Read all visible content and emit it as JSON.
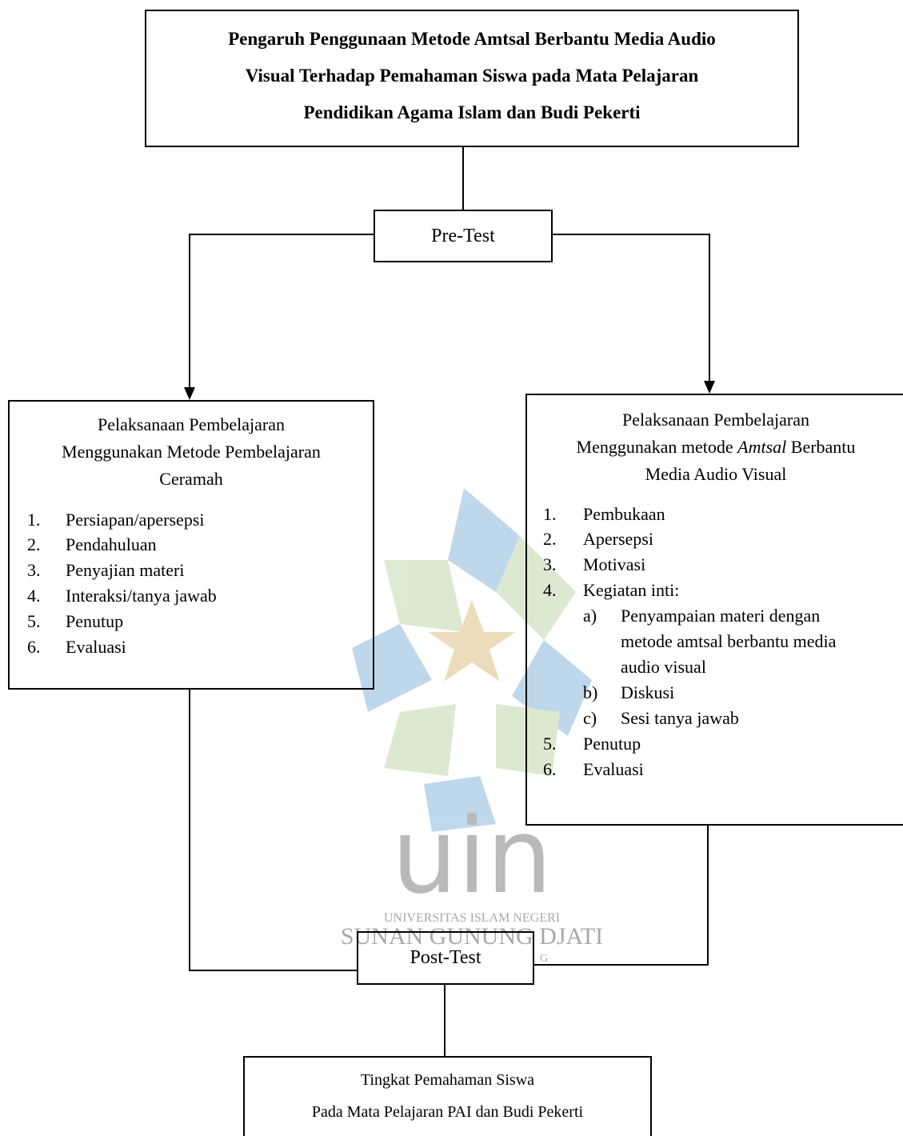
{
  "title": {
    "line1": "Pengaruh Penggunaan Metode Amtsal Berbantu Media Audio",
    "line2": "Visual Terhadap Pemahaman Siswa pada Mata Pelajaran",
    "line3": "Pendidikan Agama Islam dan Budi Pekerti"
  },
  "pretest": "Pre-Test",
  "posttest": "Post-Test",
  "left": {
    "head1": "Pelaksanaan Pembelajaran",
    "head2": "Menggunakan Metode Pembelajaran",
    "head3": "Ceramah",
    "items": [
      {
        "num": "1.",
        "text": "Persiapan/apersepsi"
      },
      {
        "num": "2.",
        "text": "Pendahuluan"
      },
      {
        "num": "3.",
        "text": "Penyajian materi"
      },
      {
        "num": "4.",
        "text": "Interaksi/tanya jawab"
      },
      {
        "num": "5.",
        "text": "Penutup"
      },
      {
        "num": "6.",
        "text": "Evaluasi"
      }
    ]
  },
  "right": {
    "head1": "Pelaksanaan Pembelajaran",
    "head2_pre": "Menggunakan metode ",
    "head2_italic": "Amtsal",
    "head2_post": " Berbantu",
    "head3": "Media Audio Visual",
    "items": [
      {
        "num": "1.",
        "text": "Pembukaan"
      },
      {
        "num": "2.",
        "text": "Apersepsi"
      },
      {
        "num": "3.",
        "text": "Motivasi"
      },
      {
        "num": "4.",
        "text": "Kegiatan inti:"
      }
    ],
    "subitems": [
      {
        "num": "a)",
        "text": "Penyampaian materi dengan",
        "text2": "metode amtsal berbantu media",
        "text3": "audio visual"
      },
      {
        "num": "b)",
        "text": "Diskusi"
      },
      {
        "num": "c)",
        "text": "Sesi tanya jawab"
      }
    ],
    "items2": [
      {
        "num": "5.",
        "text": "Penutup"
      },
      {
        "num": "6.",
        "text": "Evaluasi"
      }
    ]
  },
  "final": {
    "line1": "Tingkat Pemahaman Siswa",
    "line2": "Pada Mata Pelajaran PAI dan Budi Pekerti"
  },
  "watermark": {
    "logo": "uin",
    "line1": "UNIVERSITAS ISLAM NEGERI",
    "line2": "SUNAN GUNUNG DJATI",
    "line3": "G"
  }
}
